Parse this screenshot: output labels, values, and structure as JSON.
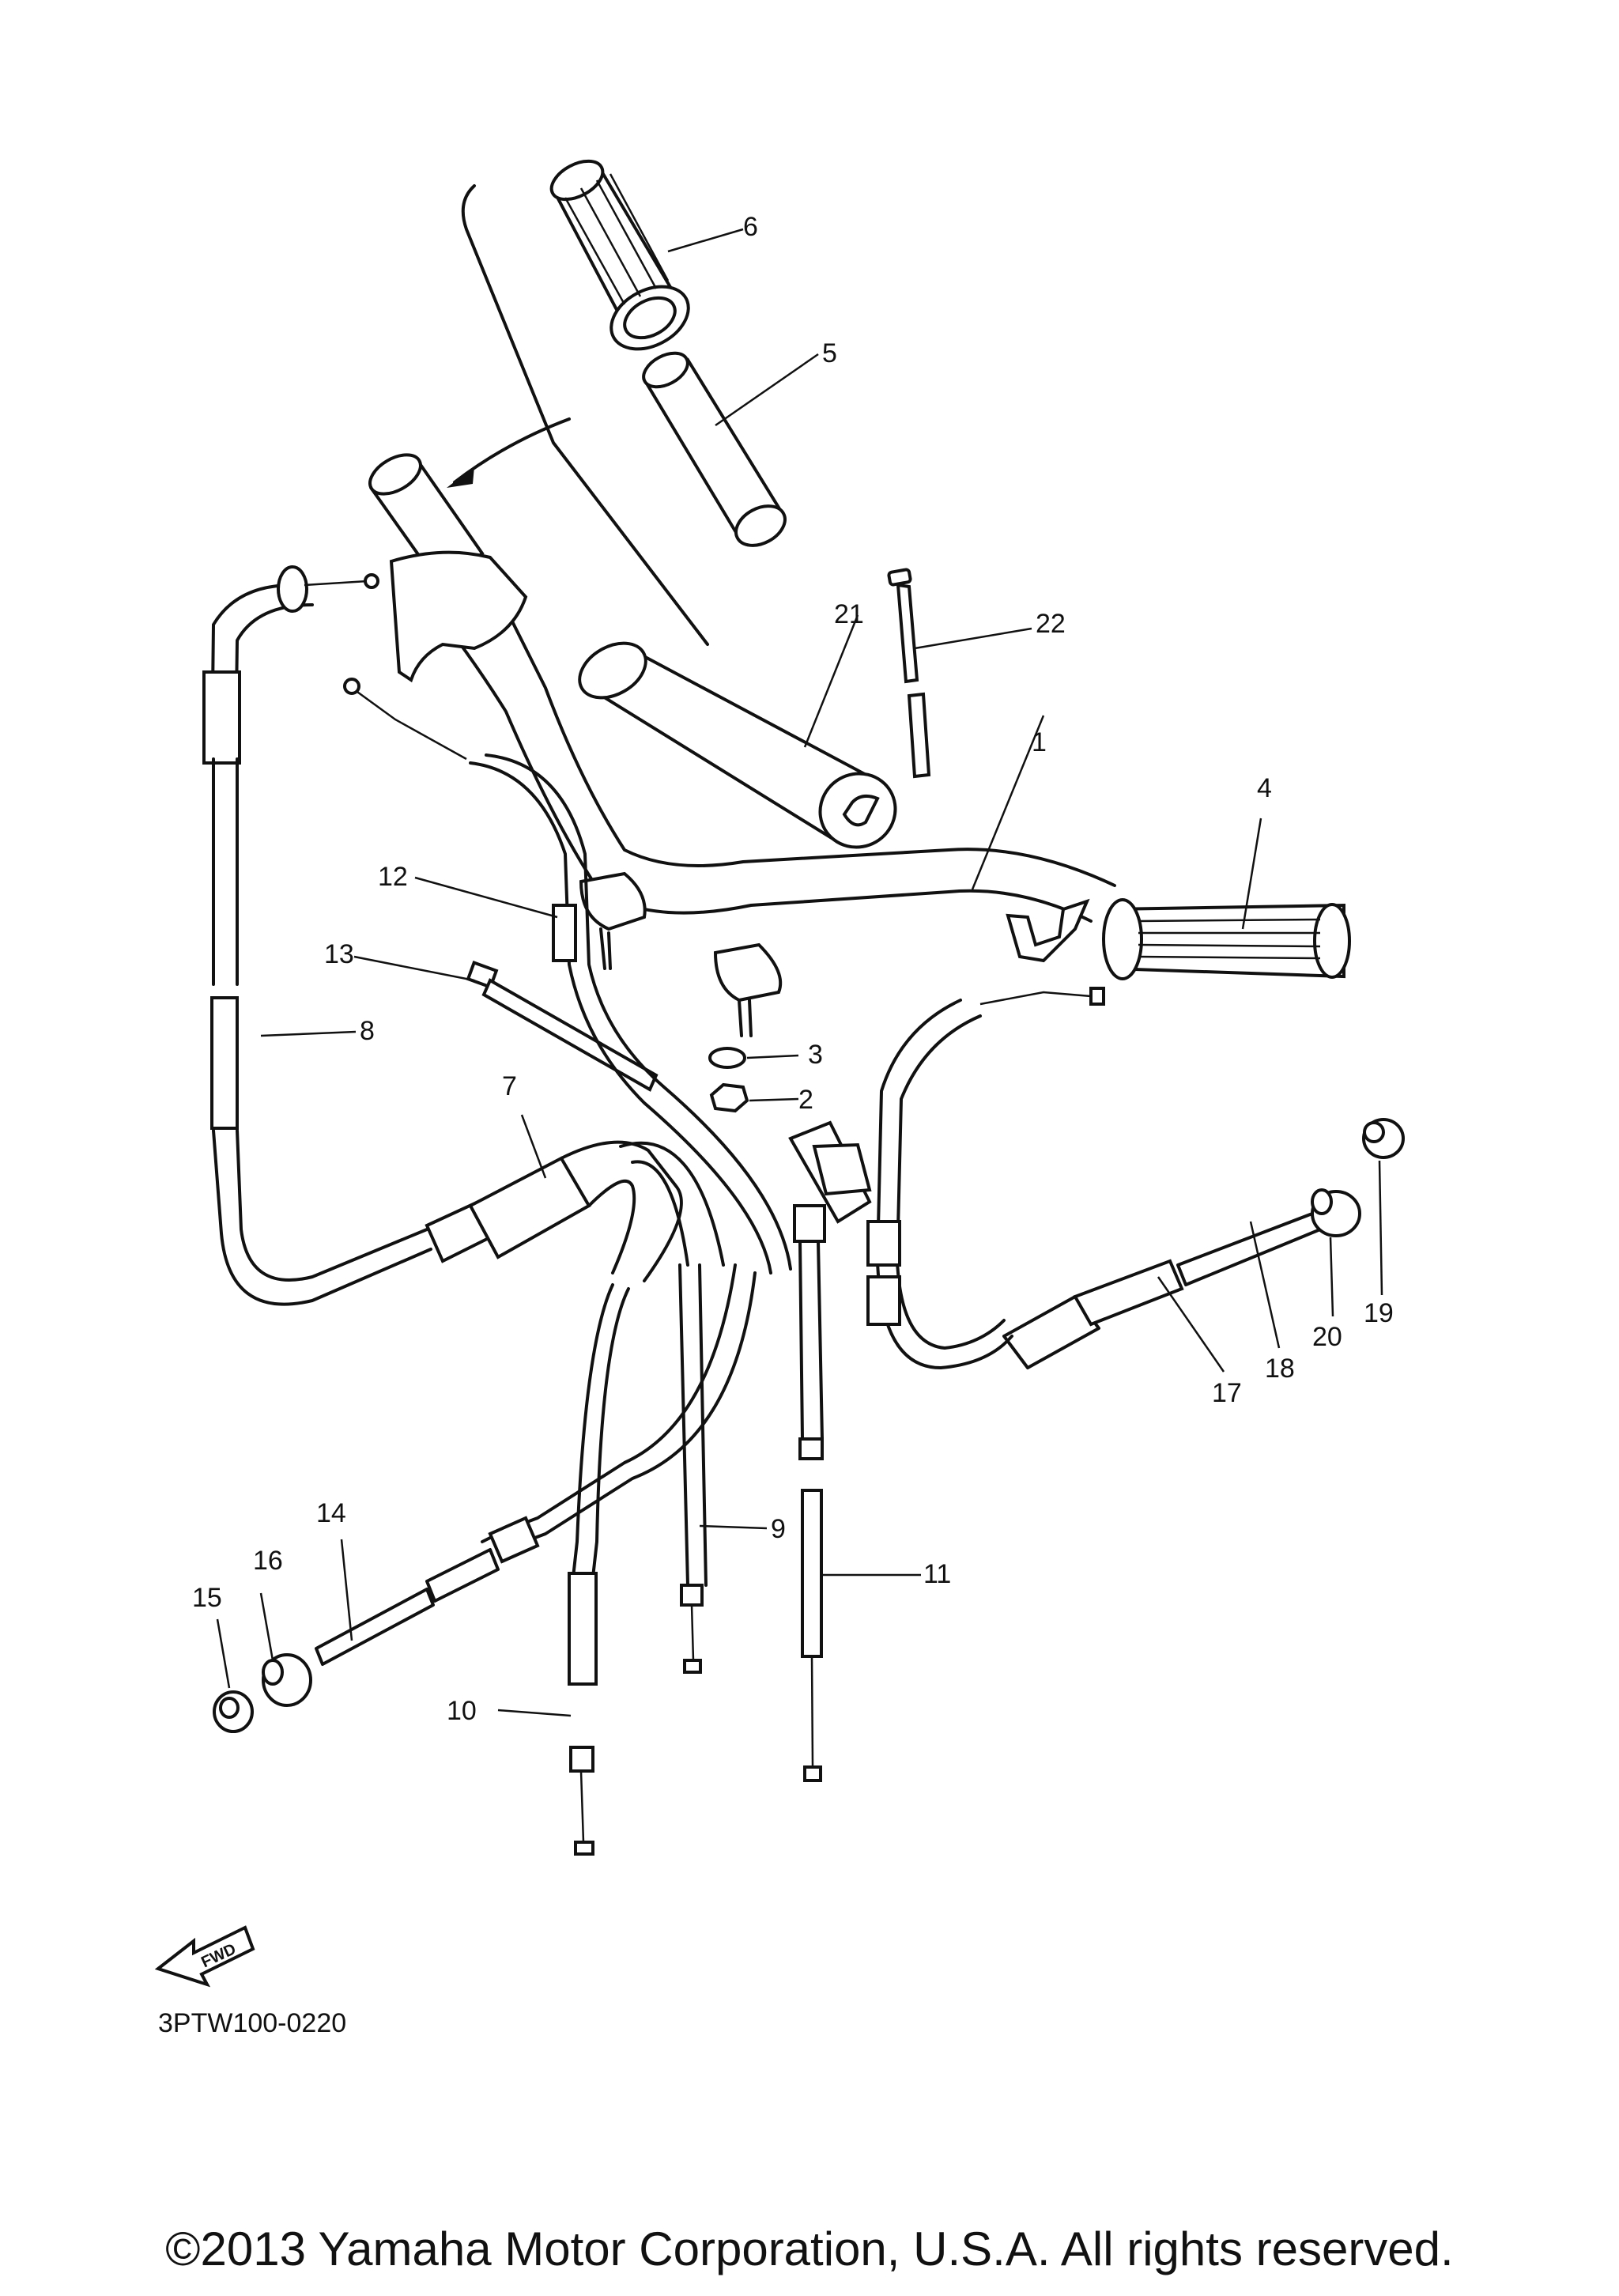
{
  "diagram": {
    "code": "3PTW100-0220",
    "fwd_label": "FWD",
    "copyright": "©2013 Yamaha Motor Corporation, U.S.A. All rights reserved.",
    "callouts": [
      {
        "id": "c1",
        "label": "1"
      },
      {
        "id": "c2",
        "label": "2"
      },
      {
        "id": "c3",
        "label": "3"
      },
      {
        "id": "c4",
        "label": "4"
      },
      {
        "id": "c5",
        "label": "5"
      },
      {
        "id": "c6",
        "label": "6"
      },
      {
        "id": "c7",
        "label": "7"
      },
      {
        "id": "c8",
        "label": "8"
      },
      {
        "id": "c9",
        "label": "9"
      },
      {
        "id": "c10",
        "label": "10"
      },
      {
        "id": "c11",
        "label": "11"
      },
      {
        "id": "c12",
        "label": "12"
      },
      {
        "id": "c13",
        "label": "13"
      },
      {
        "id": "c14",
        "label": "14"
      },
      {
        "id": "c15",
        "label": "15"
      },
      {
        "id": "c16",
        "label": "16"
      },
      {
        "id": "c17",
        "label": "17"
      },
      {
        "id": "c18",
        "label": "18"
      },
      {
        "id": "c19",
        "label": "19"
      },
      {
        "id": "c20",
        "label": "20"
      },
      {
        "id": "c21",
        "label": "21"
      },
      {
        "id": "c22",
        "label": "22"
      }
    ]
  }
}
